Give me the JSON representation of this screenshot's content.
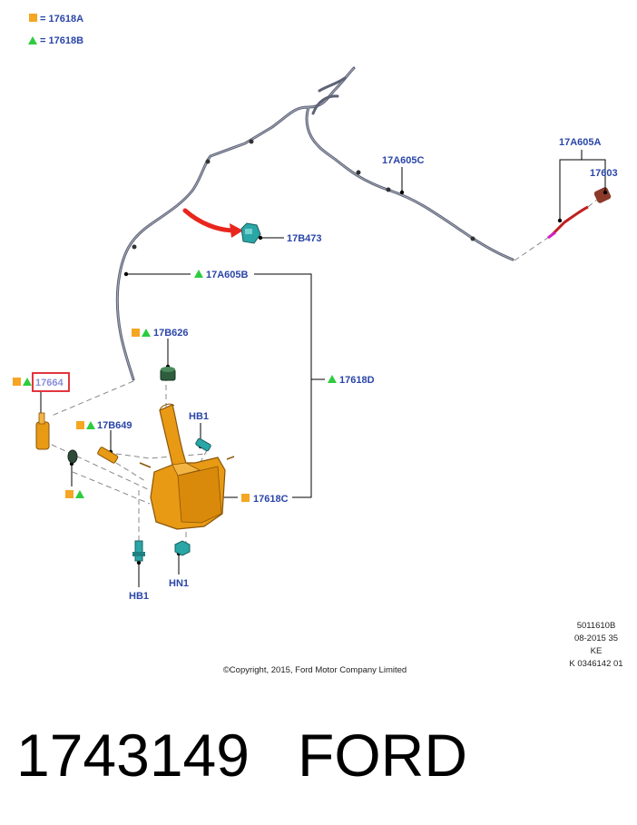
{
  "legend": {
    "square_label": "= 17618A",
    "triangle_label": "= 17618B"
  },
  "parts": {
    "hose_upper": "17A605C",
    "hose_end": "17A605A",
    "nozzle_end": "17603",
    "connector": "17B473",
    "hose_main": "17A605B",
    "cap": "17B626",
    "pump": "17664",
    "sensor": "17B649",
    "bolt_upper": "HB1",
    "reservoir_assy": "17618D",
    "reservoir": "17618C",
    "bolt_lower": "HB1",
    "nut": "HN1"
  },
  "stamp": {
    "line1": "5011610B",
    "line2": "08-2015 35",
    "line3": "KE",
    "line4": "K 0346142 01"
  },
  "copyright": "©Copyright, 2015, Ford Motor Company Limited",
  "caption": {
    "part_number": "1743149",
    "brand": "FORD"
  },
  "colors": {
    "square_marker": "#f5a623",
    "triangle_marker": "#2ecc40",
    "label_text": "#2a45a8",
    "highlight_box": "#e0202a",
    "arrow": "#e8261e",
    "reservoir": "#e89a14",
    "hose": "#5d6275",
    "connector_teal": "#2aa6a6",
    "hose_end_red": "#c02020",
    "hose_end_magenta": "#d020c0"
  }
}
